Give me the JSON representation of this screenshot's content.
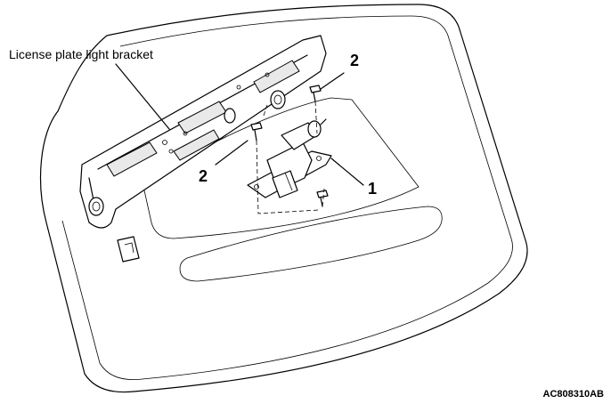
{
  "labels": {
    "bracket_name": "License plate light bracket",
    "callout_screw_top": "2",
    "callout_screw_left": "2",
    "callout_light_assembly": "1",
    "figure_code": "AC808310AB"
  }
}
